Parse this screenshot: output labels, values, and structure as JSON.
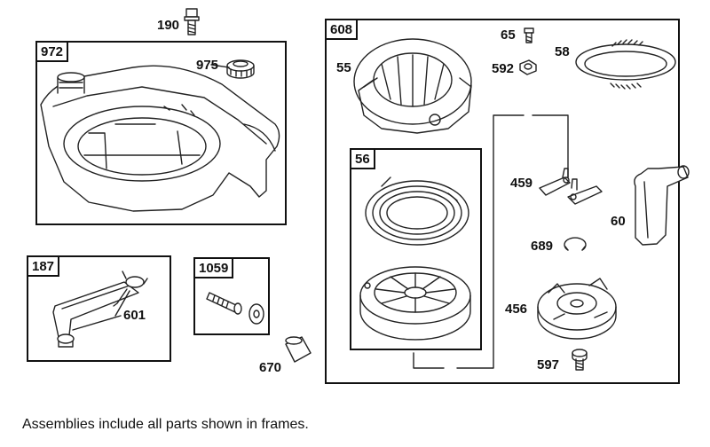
{
  "frames": {
    "f972": "972",
    "f187": "187",
    "f1059": "1059",
    "f608": "608",
    "f56": "56"
  },
  "parts": {
    "p190": "190",
    "p975": "975",
    "p601": "601",
    "p670": "670",
    "p55": "55",
    "p65": "65",
    "p58": "58",
    "p592": "592",
    "p459": "459",
    "p60": "60",
    "p689": "689",
    "p456": "456",
    "p597": "597"
  },
  "caption": "Assemblies include all parts shown in frames."
}
